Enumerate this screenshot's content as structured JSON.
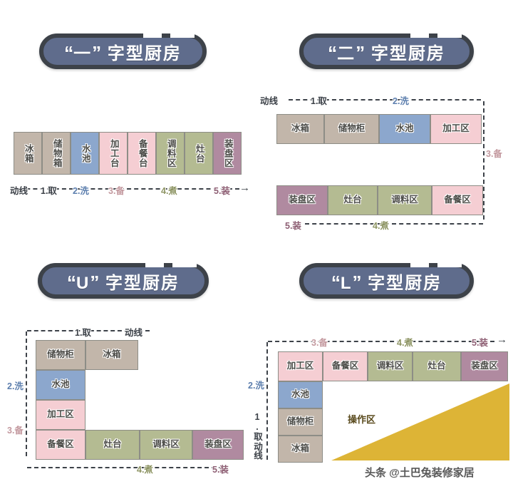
{
  "palette": {
    "pill_fill": "#5f6c8c",
    "pill_border": "#3d4249",
    "taupe": "#c2b6aa",
    "blue": "#8ca7cd",
    "pink": "#f5ced3",
    "olive": "#b4bb92",
    "mauve": "#b08aa0",
    "gold": "#ddb436",
    "line": "#3d4249",
    "step2_text": "#5d7fae",
    "step3_text": "#c49aa0",
    "step4_text": "#8d9463",
    "step5_text": "#8e5f74",
    "dark_text": "#3d4249"
  },
  "watermark": "头条 @土巴兔装修家居",
  "panels": [
    {
      "id": "panel-straight",
      "title": {
        "quote_open": "“",
        "shape": "一",
        "quote_close": "”",
        "rest": "字型厨房"
      },
      "blocks": [
        {
          "label": "冰箱",
          "color": "taupe"
        },
        {
          "label": "储物箱",
          "color": "taupe"
        },
        {
          "label": "水池",
          "color": "blue"
        },
        {
          "label": "加工台",
          "color": "pink"
        },
        {
          "label": "备餐台",
          "color": "pink"
        },
        {
          "label": "调料区",
          "color": "olive"
        },
        {
          "label": "灶台",
          "color": "olive"
        },
        {
          "label": "装盘区",
          "color": "mauve"
        }
      ],
      "flow_labels": [
        {
          "text": "动线",
          "color": "dark_text"
        },
        {
          "text": "1.取",
          "color": "dark_text"
        },
        {
          "text": "2.洗",
          "color": "step2_text"
        },
        {
          "text": "3.备",
          "color": "step3_text"
        },
        {
          "text": "4.煮",
          "color": "step4_text"
        },
        {
          "text": "5.装",
          "color": "step5_text"
        }
      ],
      "arrow": "→"
    },
    {
      "id": "panel-galley",
      "title": {
        "quote_open": "“",
        "shape": "二",
        "quote_close": "”",
        "rest": "字型厨房"
      },
      "top_row": [
        {
          "label": "冰箱",
          "color": "taupe"
        },
        {
          "label": "储物柜",
          "color": "taupe"
        },
        {
          "label": "水池",
          "color": "blue"
        },
        {
          "label": "加工区",
          "color": "pink"
        }
      ],
      "bottom_row": [
        {
          "label": "装盘区",
          "color": "mauve"
        },
        {
          "label": "灶台",
          "color": "olive"
        },
        {
          "label": "调料区",
          "color": "olive"
        },
        {
          "label": "备餐区",
          "color": "pink"
        }
      ],
      "flow_labels": [
        {
          "text": "动线",
          "color": "dark_text"
        },
        {
          "text": "1.取",
          "color": "dark_text"
        },
        {
          "text": "2.洗",
          "color": "step2_text"
        },
        {
          "text": "3.备",
          "color": "step3_text"
        },
        {
          "text": "4.煮",
          "color": "step4_text"
        },
        {
          "text": "5.装",
          "color": "step5_text"
        }
      ]
    },
    {
      "id": "panel-u",
      "title": {
        "quote_open": "“",
        "shape": "U",
        "quote_close": "”",
        "rest": "字型厨房"
      },
      "left_column": [
        {
          "label": "储物柜",
          "color": "taupe"
        },
        {
          "label": "水池",
          "color": "blue"
        },
        {
          "label": "加工区",
          "color": "pink"
        },
        {
          "label": "备餐区",
          "color": "pink"
        }
      ],
      "top_extra": [
        {
          "label": "冰箱",
          "color": "taupe"
        }
      ],
      "bottom_row": [
        {
          "label": "灶台",
          "color": "olive"
        },
        {
          "label": "调料区",
          "color": "olive"
        },
        {
          "label": "装盘区",
          "color": "mauve"
        }
      ],
      "flow_labels": [
        {
          "text": "1.取",
          "color": "dark_text"
        },
        {
          "text": "动线",
          "color": "dark_text"
        },
        {
          "text": "2.洗",
          "color": "step2_text"
        },
        {
          "text": "3.备",
          "color": "step3_text"
        },
        {
          "text": "4.煮",
          "color": "step4_text"
        },
        {
          "text": "5.装",
          "color": "step5_text"
        }
      ]
    },
    {
      "id": "panel-l",
      "title": {
        "quote_open": "“",
        "shape": "L",
        "quote_close": "”",
        "rest": "字型厨房"
      },
      "top_row": [
        {
          "label": "加工区",
          "color": "pink"
        },
        {
          "label": "备餐区",
          "color": "pink"
        },
        {
          "label": "调料区",
          "color": "olive"
        },
        {
          "label": "灶台",
          "color": "olive"
        },
        {
          "label": "装盘区",
          "color": "mauve"
        }
      ],
      "left_column": [
        {
          "label": "水池",
          "color": "blue"
        },
        {
          "label": "储物柜",
          "color": "taupe"
        },
        {
          "label": "冰箱",
          "color": "taupe"
        }
      ],
      "work_zone": {
        "label": "操作区",
        "color": "gold"
      },
      "flow_labels": [
        {
          "text": "3.备",
          "color": "step3_text"
        },
        {
          "text": "4.煮",
          "color": "step4_text"
        },
        {
          "text": "5.装",
          "color": "step5_text"
        },
        {
          "text": "2.洗",
          "color": "step2_text"
        },
        {
          "text": "1.取",
          "color": "dark_text"
        },
        {
          "text": "动线",
          "color": "dark_text"
        }
      ],
      "arrow": "→"
    }
  ]
}
